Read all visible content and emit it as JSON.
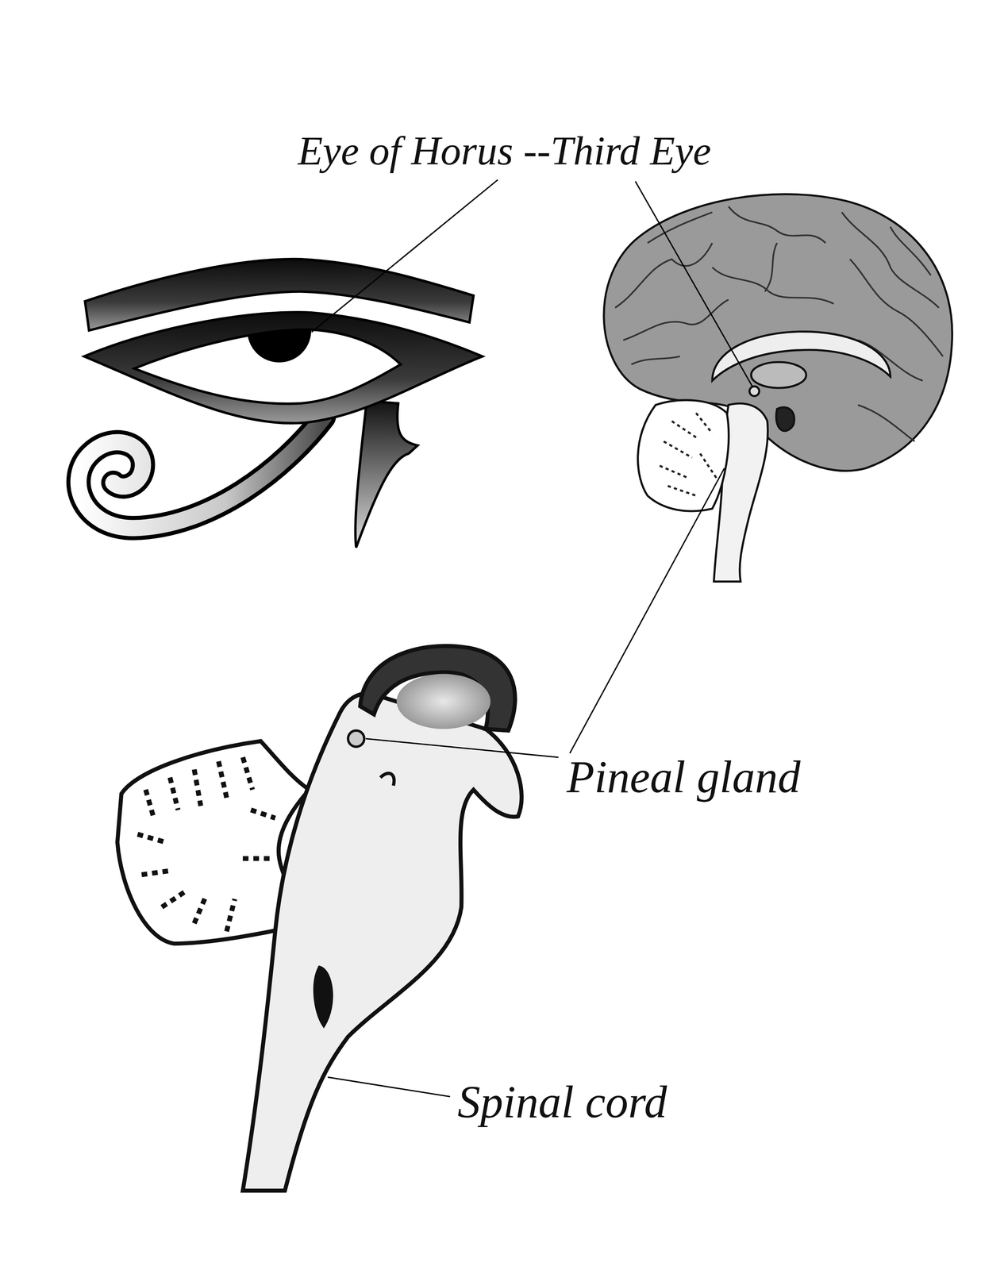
{
  "diagram": {
    "labels": [
      "Eye of Horus --Third Eye",
      "Pineal gland",
      "Spinal cord"
    ]
  }
}
